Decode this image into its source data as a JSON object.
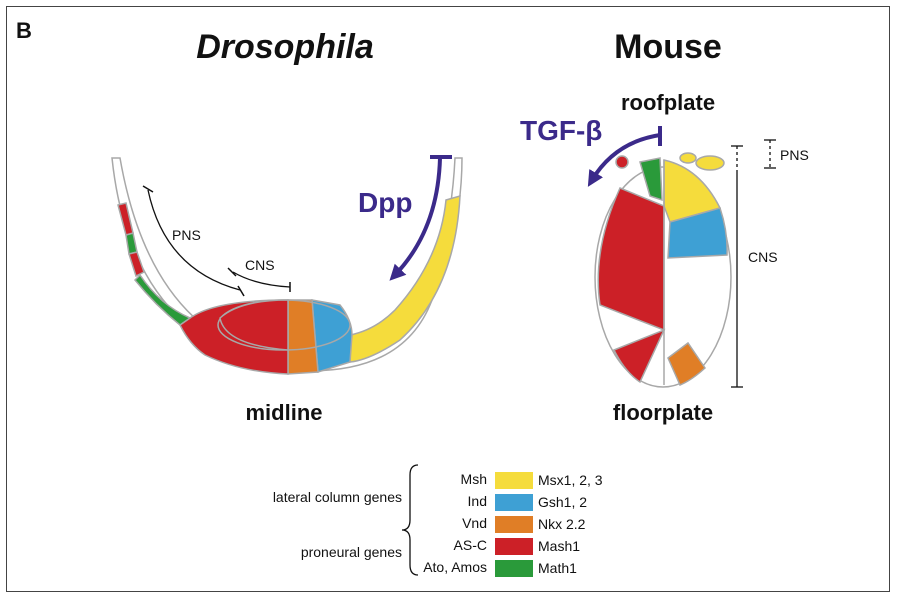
{
  "panel_label": "B",
  "left": {
    "title": "Drosophila",
    "signal": "Dpp",
    "pns_label": "PNS",
    "cns_label": "CNS",
    "bottom_label": "midline"
  },
  "right": {
    "title": "Mouse",
    "signal": "TGF-β",
    "top_label": "roofplate",
    "bottom_label": "floorplate",
    "pns_label": "PNS",
    "cns_label": "CNS"
  },
  "legend": {
    "group_lateral": "lateral column genes",
    "group_proneural": "proneural genes",
    "rows": [
      {
        "fly": "Msh",
        "mouse": "Msx1, 2, 3",
        "color": "#f5dc3c"
      },
      {
        "fly": "Ind",
        "mouse": "Gsh1, 2",
        "color": "#3ea0d4"
      },
      {
        "fly": "Vnd",
        "mouse": "Nkx 2.2",
        "color": "#e07e26"
      },
      {
        "fly": "AS-C",
        "mouse": "Mash1",
        "color": "#cc2027"
      },
      {
        "fly": "Ato, Amos",
        "mouse": "Math1",
        "color": "#2a9a3a"
      }
    ]
  },
  "colors": {
    "yellow": "#f5dc3c",
    "blue": "#3ea0d4",
    "orange": "#e07e26",
    "red": "#cc2027",
    "green": "#2a9a3a",
    "arrow": "#3b2a8a"
  }
}
